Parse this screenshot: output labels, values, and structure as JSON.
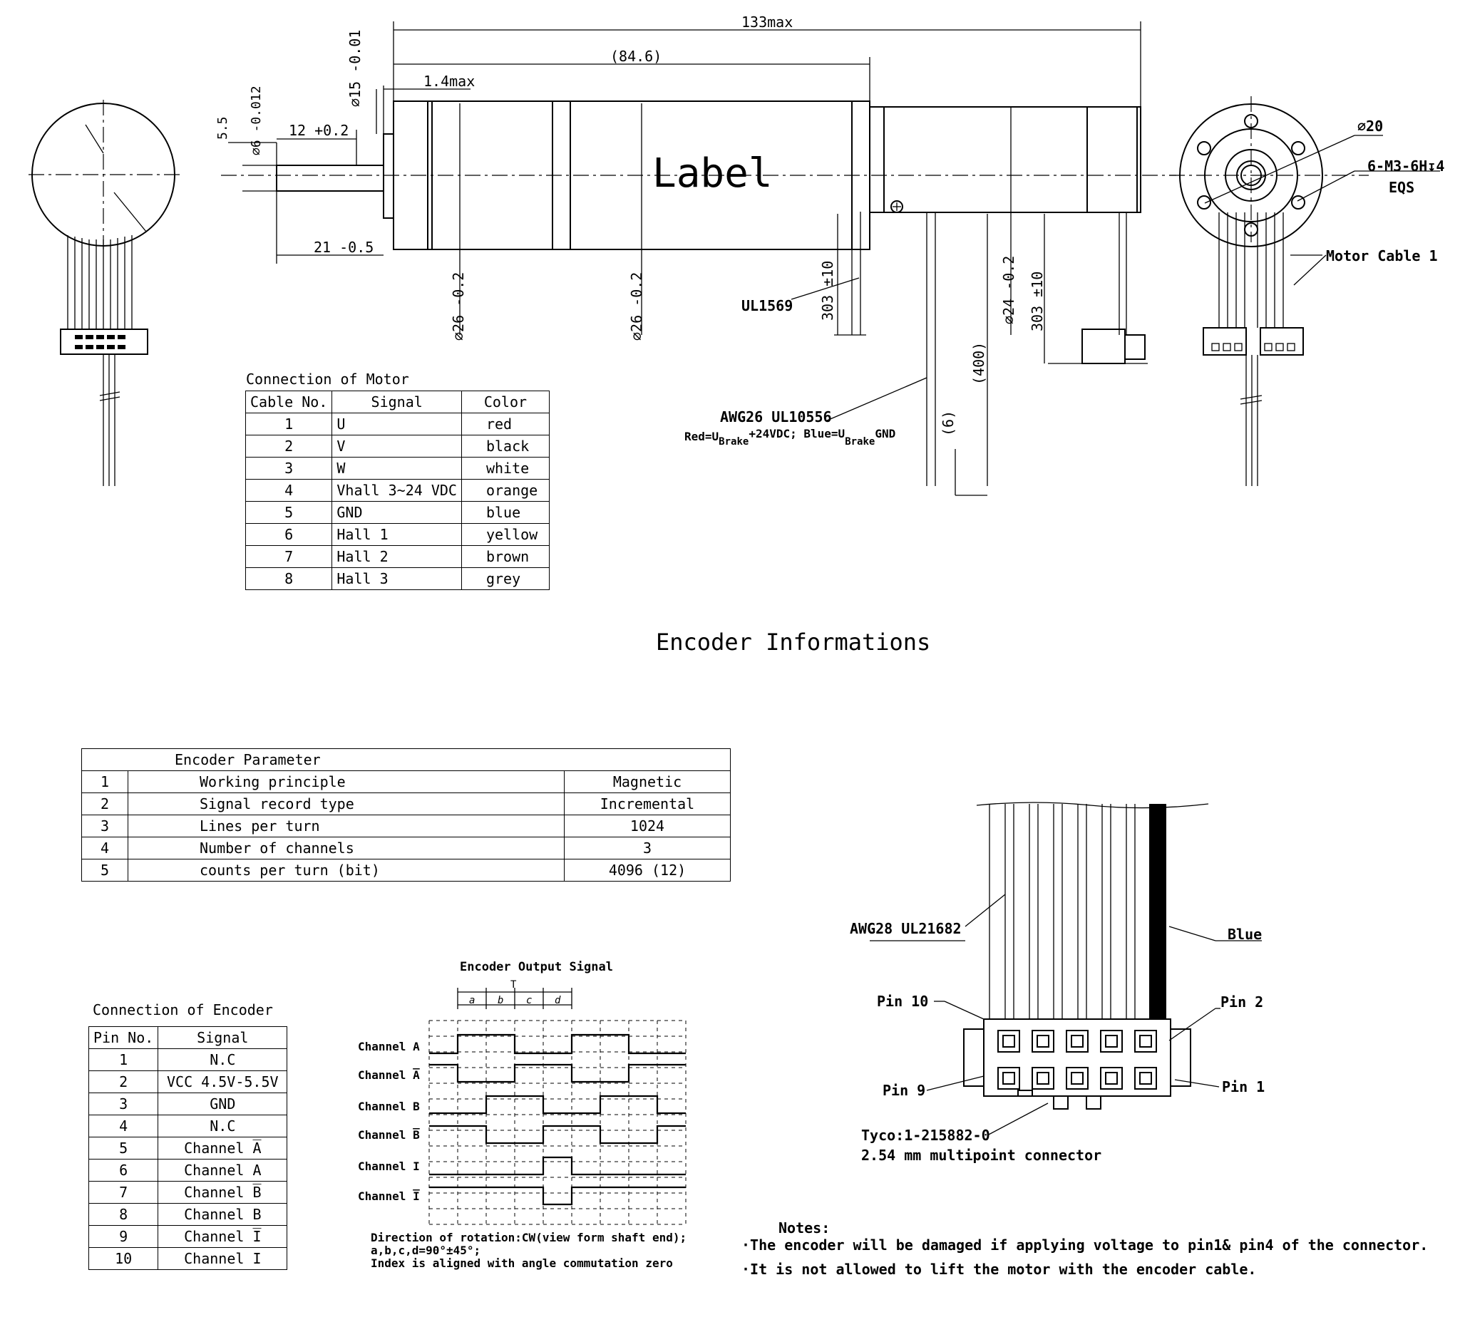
{
  "dims": {
    "overall": "133max",
    "body": "(84.6)",
    "flange_gap": "1.4max",
    "pilot_dia": "⌀15 -0.01",
    "shaft_dia": "⌀6 -0.012",
    "flat": "5.5",
    "key": "12 +0.2",
    "shaft_len": "21 -0.5",
    "body_dia_1": "⌀26 -0.2",
    "body_dia_2": "⌀26 -0.2",
    "encoder_dia": "⌀24 -0.2",
    "cable_len_1": "303 ±10",
    "cable_len_2": "303 ±10",
    "cable_400": "(400)",
    "cable_6": "(6)",
    "dia_20": "⌀20",
    "thread": "6-M3-6H↧4",
    "eqs": "EQS"
  },
  "labels": {
    "body_label": "Label",
    "ul1569": "UL1569",
    "awg26": "AWG26 UL10556",
    "brake_note": "Red=U",
    "brake_sub1": "Brake",
    "brake_mid": "+24VDC; Blue=U",
    "brake_sub2": "Brake",
    "brake_end": "GND",
    "motor_cable": "Motor Cable 1",
    "encoder_title": "Encoder Informations",
    "awg28": "AWG28 UL21682",
    "blue": "Blue",
    "pin10": "Pin 10",
    "pin2": "Pin 2",
    "pin9": "Pin 9",
    "pin1": "Pin 1",
    "tyco": "Tyco:1-215882-0",
    "connector": "2.54 mm multipoint connector",
    "notes_title": "Notes:",
    "note1": "·The encoder will be damaged if applying voltage to pin1& pin4 of the connector.",
    "note2": "·It is not allowed to lift the motor with the encoder cable."
  },
  "motor_table": {
    "caption": "Connection of Motor",
    "headers": [
      "Cable No.",
      "Signal",
      "Color"
    ],
    "rows": [
      [
        "1",
        "U",
        "red"
      ],
      [
        "2",
        "V",
        "black"
      ],
      [
        "3",
        "W",
        "white"
      ],
      [
        "4",
        "Vhall 3~24 VDC",
        "orange"
      ],
      [
        "5",
        "GND",
        "blue"
      ],
      [
        "6",
        "Hall 1",
        "yellow"
      ],
      [
        "7",
        "Hall 2",
        "brown"
      ],
      [
        "8",
        "Hall 3",
        "grey"
      ]
    ]
  },
  "encoder_param": {
    "caption": "Encoder Parameter",
    "rows": [
      [
        "1",
        "Working principle",
        "Magnetic"
      ],
      [
        "2",
        "Signal record type",
        "Incremental"
      ],
      [
        "3",
        "Lines per turn",
        "1024"
      ],
      [
        "4",
        "Number of channels",
        "3"
      ],
      [
        "5",
        "counts per turn (bit)",
        "4096 (12)"
      ]
    ]
  },
  "encoder_conn": {
    "caption": "Connection of Encoder",
    "headers": [
      "Pin No.",
      "Signal"
    ],
    "rows": [
      [
        "1",
        "N.C"
      ],
      [
        "2",
        "VCC 4.5V-5.5V"
      ],
      [
        "3",
        "GND"
      ],
      [
        "4",
        "N.C"
      ],
      [
        "5",
        "Channel A̅"
      ],
      [
        "6",
        "Channel A"
      ],
      [
        "7",
        "Channel B̅"
      ],
      [
        "8",
        "Channel B"
      ],
      [
        "9",
        "Channel I̅"
      ],
      [
        "10",
        "Channel I"
      ]
    ]
  },
  "signal": {
    "title": "Encoder Output Signal",
    "period": "T",
    "phases": [
      "a",
      "b",
      "c",
      "d"
    ],
    "channels": [
      "Channel A",
      "Channel A̅",
      "Channel B",
      "Channel B̅",
      "Channel I",
      "Channel I̅"
    ],
    "note1": "Direction of rotation:CW(view form shaft end);",
    "note2": "a,b,c,d=90°±45°;",
    "note3": "Index is aligned with angle commutation zero"
  }
}
